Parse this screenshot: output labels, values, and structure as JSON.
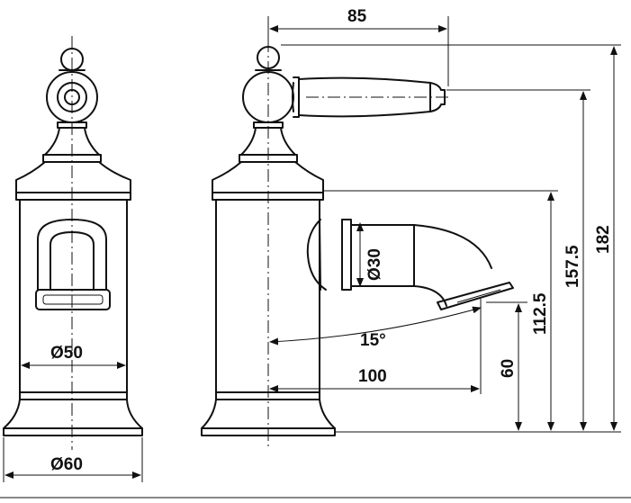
{
  "dimensions": {
    "d50": "Ø50",
    "d60": "Ø60",
    "d30": "Ø30",
    "w85": "85",
    "w100": "100",
    "angle15": "15°",
    "h182": "182",
    "h157_5": "157.5",
    "h112_5": "112.5",
    "h60": "60"
  },
  "colors": {
    "ink": "#111111",
    "background": "#ffffff"
  }
}
